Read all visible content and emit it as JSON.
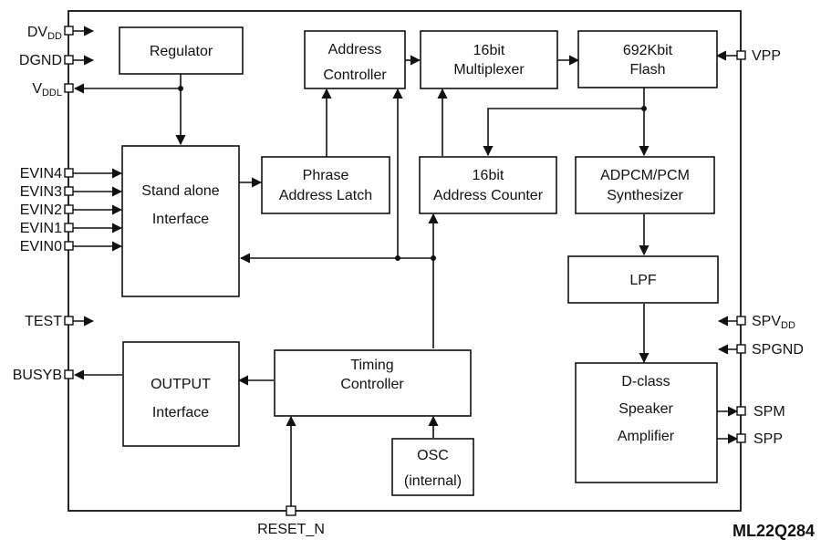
{
  "part_number": "ML22Q284",
  "blocks": {
    "regulator": [
      "Regulator"
    ],
    "address_controller": [
      "Address",
      "Controller"
    ],
    "multiplexer": [
      "16bit",
      "Multiplexer"
    ],
    "flash": [
      "692Kbit",
      "Flash"
    ],
    "standalone_interface": [
      "Stand alone",
      "Interface"
    ],
    "phrase_address_latch": [
      "Phrase",
      "Address Latch"
    ],
    "address_counter": [
      "16bit",
      "Address Counter"
    ],
    "synthesizer": [
      "ADPCM/PCM",
      "Synthesizer"
    ],
    "lpf": [
      "LPF"
    ],
    "output_interface": [
      "OUTPUT",
      "Interface"
    ],
    "timing_controller": [
      "Timing",
      "Controller"
    ],
    "osc": [
      "OSC",
      "(internal)"
    ],
    "amplifier": [
      "D-class",
      "Speaker",
      "Amplifier"
    ]
  },
  "pins": {
    "dvdd": {
      "main": "DV",
      "sub": "DD"
    },
    "dgnd": {
      "main": "DGND"
    },
    "vddl": {
      "main": "V",
      "sub": "DDL"
    },
    "evin4": {
      "main": "EVIN4"
    },
    "evin3": {
      "main": "EVIN3"
    },
    "evin2": {
      "main": "EVIN2"
    },
    "evin1": {
      "main": "EVIN1"
    },
    "evin0": {
      "main": "EVIN0"
    },
    "test": {
      "main": "TEST"
    },
    "busyb": {
      "main": "BUSYB"
    },
    "reset_n": {
      "main": "RESET_N"
    },
    "vpp": {
      "main": "VPP"
    },
    "spvdd": {
      "main": "SPV",
      "sub": "DD"
    },
    "spgnd": {
      "main": "SPGND"
    },
    "spm": {
      "main": "SPM"
    },
    "spp": {
      "main": "SPP"
    }
  }
}
